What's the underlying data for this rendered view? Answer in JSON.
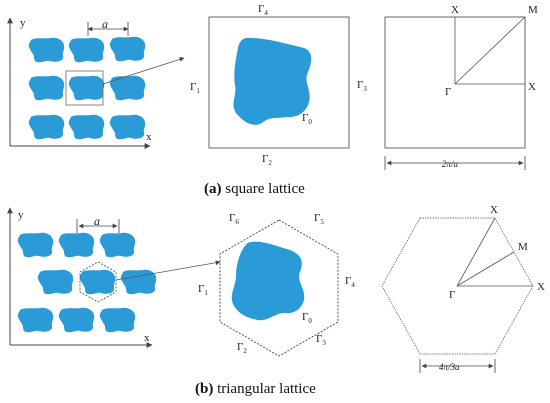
{
  "panel_a": {
    "axis_y": "y",
    "axis_x": "x",
    "period": "a",
    "cell_boundaries": {
      "top": "Γ",
      "top_sub": "4",
      "left": "Γ",
      "left_sub": "1",
      "right": "Γ",
      "right_sub": "3",
      "bottom": "Γ",
      "bottom_sub": "2",
      "inclusion": "Γ",
      "inclusion_sub": "0"
    },
    "bz": {
      "x_top": "X",
      "m": "M",
      "x_right": "X",
      "gamma": "Γ",
      "width": "2π/a"
    },
    "caption_label": "(a)",
    "caption_text": " square lattice"
  },
  "panel_b": {
    "axis_y": "y",
    "axis_x": "x",
    "period": "a",
    "cell_boundaries": {
      "b6": "Γ",
      "b6_sub": "6",
      "b5": "Γ",
      "b5_sub": "5",
      "b1": "Γ",
      "b1_sub": "1",
      "b4": "Γ",
      "b4_sub": "4",
      "b2": "Γ",
      "b2_sub": "2",
      "b3": "Γ",
      "b3_sub": "3",
      "inclusion": "Γ",
      "inclusion_sub": "0"
    },
    "bz": {
      "x_top": "X",
      "m": "M",
      "x_right": "X",
      "gamma": "Γ",
      "width": "4π/3a"
    },
    "caption_label": "(b)",
    "caption_text": " triangular lattice"
  },
  "colors": {
    "inclusion": "#2b9bd8",
    "line": "#444444"
  }
}
